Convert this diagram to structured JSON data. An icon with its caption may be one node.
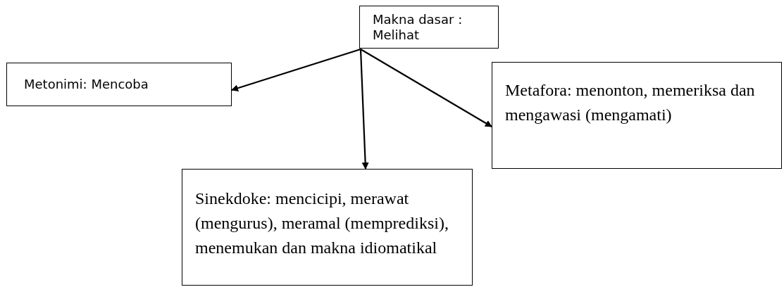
{
  "diagram": {
    "nodes": [
      {
        "text": [
          "Makna dasar : Melihat"
        ]
      },
      {
        "text": [
          "Metonimi: Mencoba"
        ]
      },
      {
        "text": [
          "Metafora: menonton, memeriksa dan mengawasi (mengamati)"
        ]
      },
      {
        "text": [
          "Sinekdoke: mencicipi, merawat (mengurus), meramal (memprediksi), menemukan dan makna idiomatikal"
        ]
      }
    ],
    "edges": [
      {
        "from": 0,
        "to": 1,
        "arrow": "to"
      },
      {
        "from": 0,
        "to": 2,
        "arrow": "to"
      },
      {
        "from": 0,
        "to": 3,
        "arrow": "to"
      }
    ]
  }
}
